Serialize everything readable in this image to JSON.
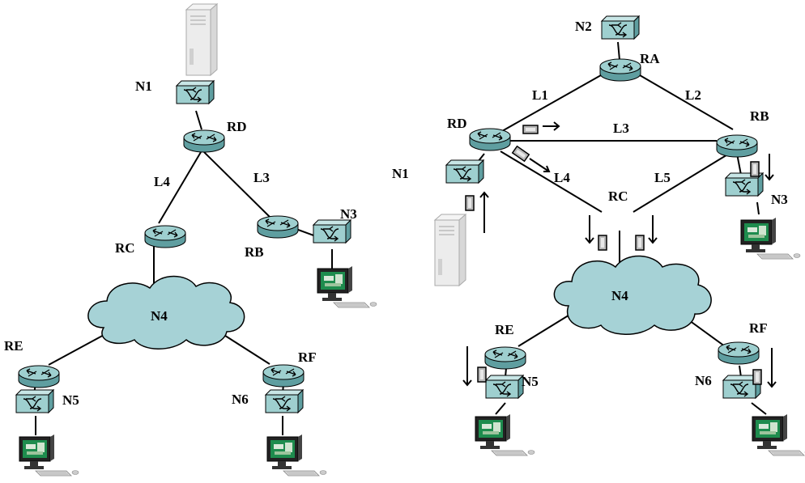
{
  "left_topology": {
    "nodes": {
      "server": "",
      "switch_n1": "N1",
      "router_rd": "RD",
      "router_rc": "RC",
      "router_rb": "RB",
      "switch_n3": "N3",
      "cloud_n4": "N4",
      "router_re": "RE",
      "switch_n5": "N5",
      "router_rf": "RF",
      "switch_n6": "N6"
    },
    "links": {
      "rd_rc": "L4",
      "rd_rb": "L3"
    }
  },
  "right_topology": {
    "nodes": {
      "switch_n2": "N2",
      "router_ra": "RA",
      "router_rd": "RD",
      "router_rb": "RB",
      "switch_n1": "N1",
      "switch_n3": "N3",
      "router_rc": "RC",
      "cloud_n4": "N4",
      "router_re": "RE",
      "switch_n5": "N5",
      "router_rf": "RF",
      "switch_n6": "N6"
    },
    "links": {
      "rd_ra": "L1",
      "ra_rb": "L2",
      "rd_rb": "L3",
      "rd_n4": "L4",
      "rb_n4": "L5"
    }
  },
  "colors": {
    "device_fill": "#9ecfcf",
    "device_top": "#c8e6e6",
    "device_dark": "#5f9ea0",
    "cloud_fill": "#a6d2d6",
    "screen": "#1e8c4e",
    "packet": "#b8b8b8"
  }
}
